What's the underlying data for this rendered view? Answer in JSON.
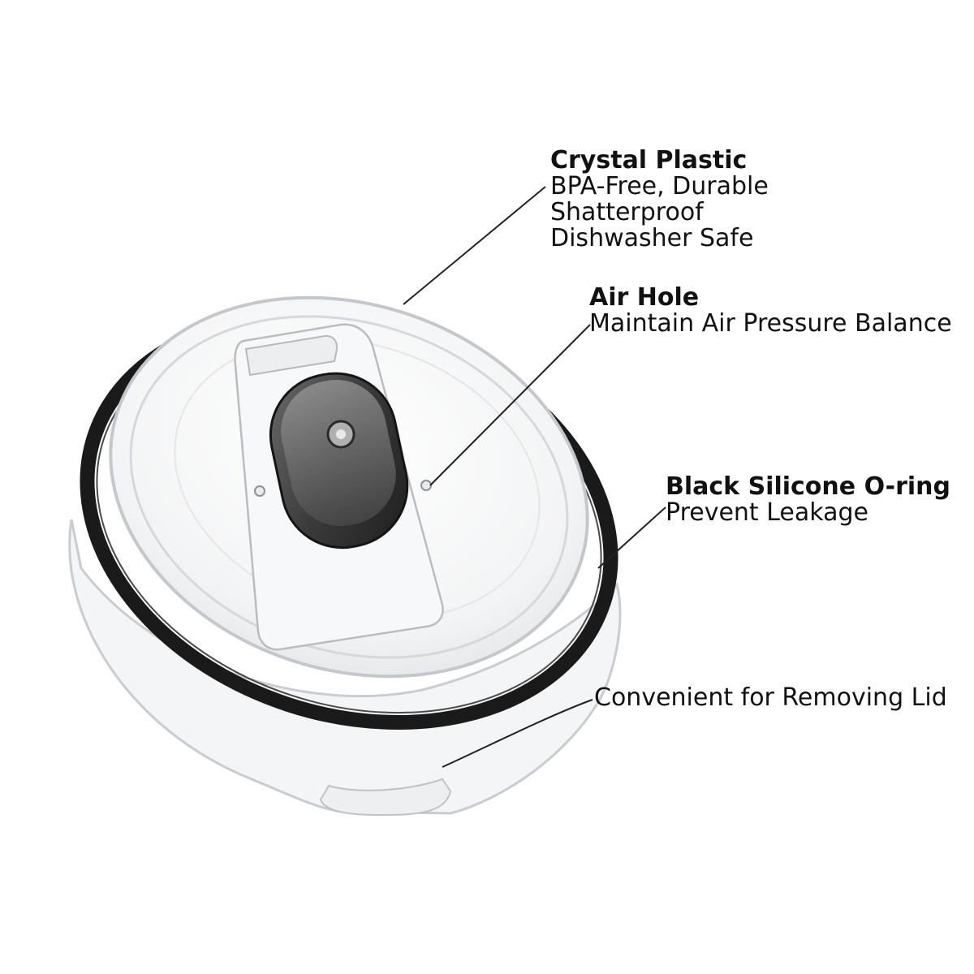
{
  "callouts": {
    "crystal": {
      "title": "Crystal Plastic",
      "lines": [
        "BPA-Free, Durable",
        "Shatterproof",
        "Dishwasher Safe"
      ]
    },
    "airhole": {
      "title": "Air Hole",
      "lines": [
        "Maintain Air Pressure Balance"
      ]
    },
    "oring": {
      "title": "Black Silicone O-ring",
      "lines": [
        "Prevent Leakage"
      ]
    },
    "removing": {
      "title": "",
      "lines": [
        "Convenient for Removing Lid"
      ]
    }
  },
  "colors": {
    "background": "#ffffff",
    "text": "#111111",
    "oring": "#1a1a1a",
    "slider": "#3a3a3a",
    "leader_line": "#222222"
  }
}
